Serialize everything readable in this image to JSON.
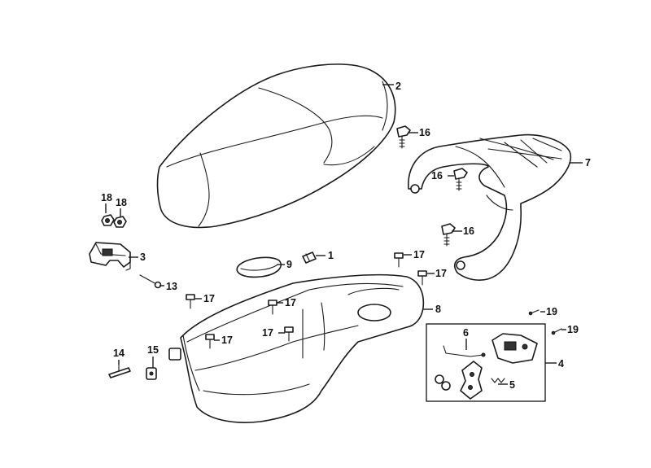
{
  "diagram": {
    "callouts": {
      "c1": "1",
      "c2": "2",
      "c3": "3",
      "c4": "4",
      "c5": "5",
      "c6": "6",
      "c7": "7",
      "c8": "8",
      "c9": "9",
      "c13": "13",
      "c14": "14",
      "c15": "15",
      "c16a": "16",
      "c16b": "16",
      "c16c": "16",
      "c17a": "17",
      "c17b": "17",
      "c17c": "17",
      "c17d": "17",
      "c17e": "17",
      "c17f": "17",
      "c18a": "18",
      "c18b": "18",
      "c19a": "19",
      "c19b": "19"
    }
  }
}
